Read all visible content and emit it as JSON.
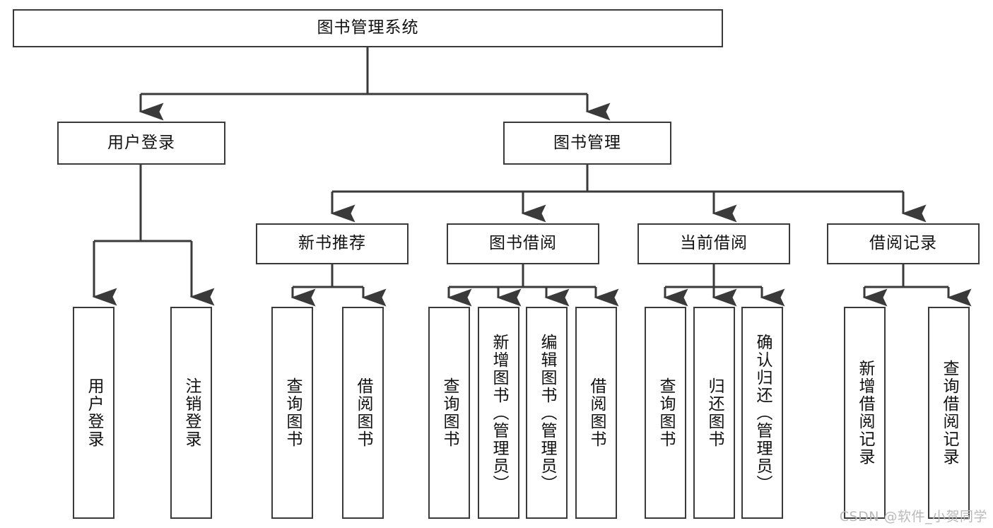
{
  "diagram": {
    "title": "图书管理系统",
    "type": "tree",
    "background": "#ffffff",
    "line_color": "#3a3a3a",
    "text_color": "#111111"
  },
  "root": {
    "label": "图书管理系统"
  },
  "level1": [
    {
      "label": "用户登录"
    },
    {
      "label": "图书管理"
    }
  ],
  "level2": [
    {
      "label": "新书推荐"
    },
    {
      "label": "图书借阅"
    },
    {
      "label": "当前借阅"
    },
    {
      "label": "借阅记录"
    }
  ],
  "leaves": {
    "user_login": [
      {
        "label": "用户登录"
      },
      {
        "label": "注销登录"
      }
    ],
    "new_book": [
      {
        "label": "查询图书"
      },
      {
        "label": "借阅图书"
      }
    ],
    "book_borrow": [
      {
        "label": "查询图书"
      },
      {
        "label": "新增图书（管理员）"
      },
      {
        "label": "编辑图书（管理员）"
      },
      {
        "label": "借阅图书"
      }
    ],
    "current_borrow": [
      {
        "label": "查询图书"
      },
      {
        "label": "归还图书"
      },
      {
        "label": "确认归还（管理员）"
      }
    ],
    "borrow_record": [
      {
        "label": "新增借阅记录"
      },
      {
        "label": "查询借阅记录"
      }
    ]
  },
  "watermark": {
    "text": "CSDN @软件_小贺同学"
  }
}
